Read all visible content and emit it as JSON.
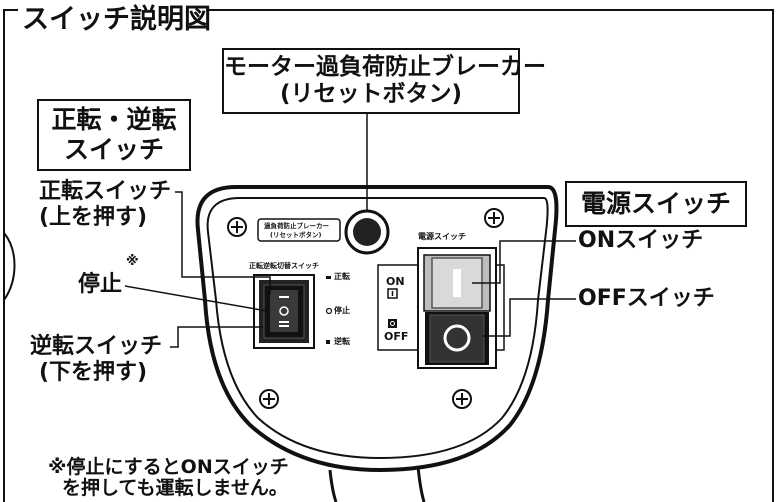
{
  "title": "スイッチ説明図",
  "labels": {
    "breaker_box_line1": "モーター過負荷防止ブレーカー",
    "breaker_box_line2": "(リセットボタン)",
    "fwdrev_box_line1": "正転・逆転",
    "fwdrev_box_line2": "スイッチ",
    "forward_line1": "正転スイッチ",
    "forward_line2": "(上を押す)",
    "stop_mark": "※",
    "stop": "停止",
    "reverse_line1": "逆転スイッチ",
    "reverse_line2": "(下を押す)",
    "power_box": "電源スイッチ",
    "on_switch": "ONスイッチ",
    "off_switch": "OFFスイッチ"
  },
  "panel": {
    "breaker_line1": "過負荷防止ブレーカー",
    "breaker_line2": "(リセットボタン)",
    "fwdrev_title": "正転逆転切替スイッチ",
    "forward": "正転",
    "stop": "停止",
    "reverse": "逆転",
    "power_title": "電源スイッチ",
    "on": "ON",
    "off": "OFF"
  },
  "note": {
    "line1": "※停止にするとONスイッチ",
    "line2": "を押しても運転しません。"
  }
}
